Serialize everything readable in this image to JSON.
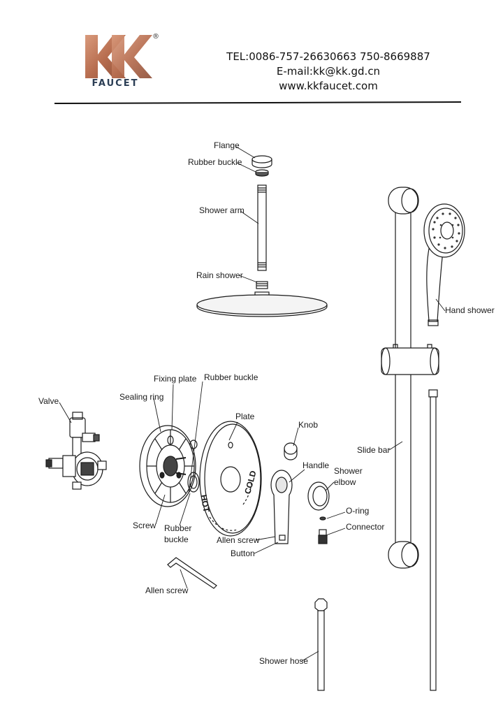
{
  "header": {
    "logo_letters": "KK",
    "brand": "FAUCET",
    "registered_mark": "®",
    "tel": "TEL:0086-757-26630663 750-8669887",
    "email": "E-mail:kk@kk.gd.cn",
    "website": "www.kkfaucet.com"
  },
  "parts": {
    "flange": "Flange",
    "rubber_buckle_top": "Rubber buckle",
    "shower_arm": "Shower arm",
    "rain_shower": "Rain shower",
    "hand_shower": "Hand shower",
    "fixing_plate": "Fixing plate",
    "rubber_buckle_mid": "Rubber buckle",
    "sealing_ring": "Sealing ring",
    "valve": "Valve",
    "plate": "Plate",
    "knob": "Knob",
    "handle": "Handle",
    "shower_elbow_1": "Shower",
    "shower_elbow_2": "elbow",
    "slide_bar": "Slide bar",
    "o_ring": "O-ring",
    "connector": "Connector",
    "screw": "Screw",
    "rubber_buckle_low_1": "Rubber",
    "rubber_buckle_low_2": "buckle",
    "allen_screw_plate": "Allen screw",
    "button": "Button",
    "allen_screw_key": "Allen screw",
    "shower_hose": "Shower hose"
  },
  "plate_markings": {
    "hot": "HOT",
    "cold": "COLD"
  },
  "colors": {
    "logo_copper": "#b86e50",
    "brand_navy": "#2b3e55",
    "line": "#1a1a1a"
  }
}
